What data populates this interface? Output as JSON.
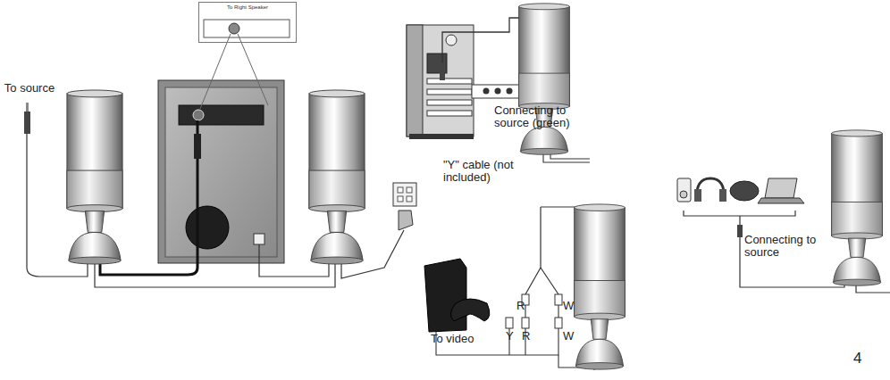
{
  "diagram": {
    "nodes": [
      {
        "text": [
          "To Right Speaker"
        ]
      }
    ],
    "labels": [
      "To source",
      "Connecting to source (green)",
      "\"Y\" cable (not included)",
      "R",
      "W",
      "Y",
      "R",
      "W",
      "To video",
      "Connecting to source",
      "4"
    ]
  }
}
